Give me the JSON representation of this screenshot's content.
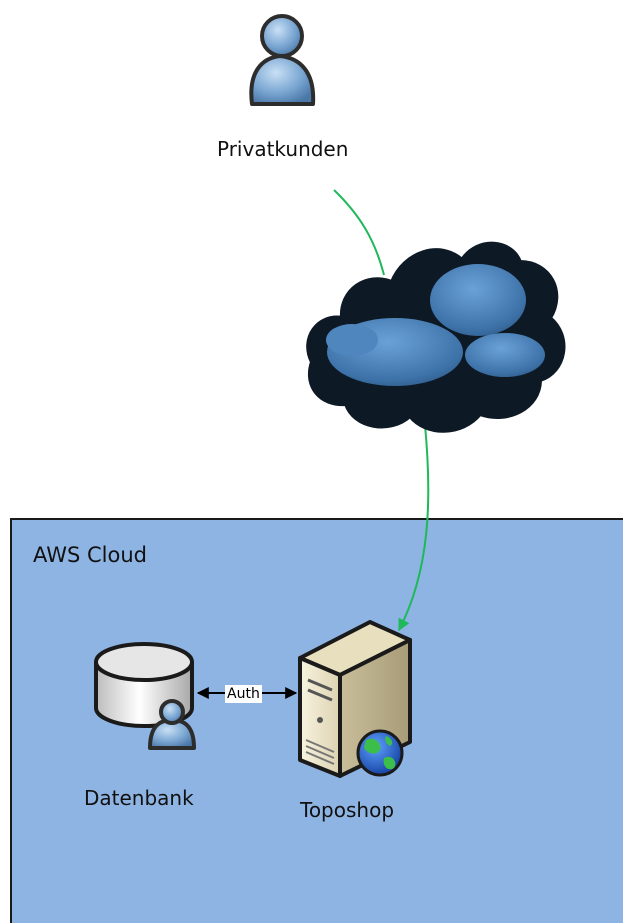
{
  "nodes": {
    "customer": {
      "label": "Privatkunden",
      "icon": "user-icon"
    },
    "internet": {
      "icon": "cloud-icon"
    },
    "aws": {
      "label": "AWS Cloud"
    },
    "database": {
      "label": "Datenbank",
      "icon": "database-user-icon"
    },
    "server": {
      "label": "Toposhop",
      "icon": "web-server-icon"
    }
  },
  "edges": {
    "auth": {
      "label": "Auth"
    }
  },
  "colors": {
    "aws_fill": "#8eb4e3",
    "aws_border": "#1a1a1a",
    "connection_green": "#1fb85a",
    "storm_cloud": "#0d1a26",
    "user_blue": "#6a98c6",
    "server_beige": "#efe8cf"
  }
}
